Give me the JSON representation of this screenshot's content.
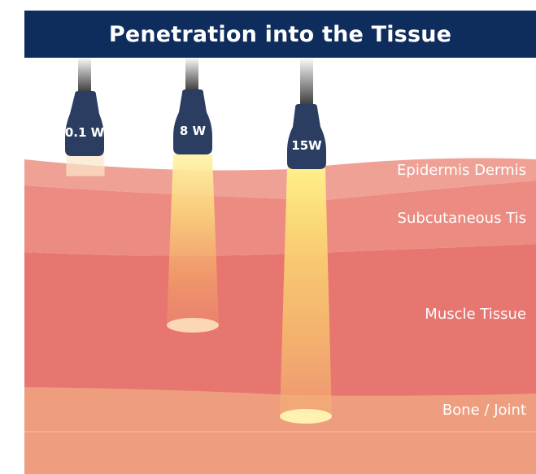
{
  "title": "Penetration into the Tissue",
  "layers": [
    {
      "label": "Epidermis Dermis",
      "color": "#efa196"
    },
    {
      "label": "Subcutaneous Tis",
      "color": "#ec8b82"
    },
    {
      "label": "Muscle Tissue",
      "color": "#e77570"
    },
    {
      "label": "Bone / Joint",
      "color": "#ef9d7f"
    }
  ],
  "probes": [
    {
      "label": "0.1 W"
    },
    {
      "label": "8 W"
    },
    {
      "label": "15W"
    }
  ],
  "colors": {
    "header": "#0f2d5c",
    "probe_body": "#2b3e62",
    "beam": "#ffe88a"
  }
}
